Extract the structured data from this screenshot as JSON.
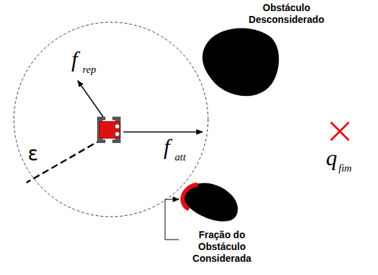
{
  "diagram": {
    "labels": [
      "Obstáculo Desconsiderado",
      "f",
      "rep",
      "f",
      "att",
      "ε",
      "q",
      "fim",
      "Fração do Obstáculo Considerada"
    ]
  }
}
